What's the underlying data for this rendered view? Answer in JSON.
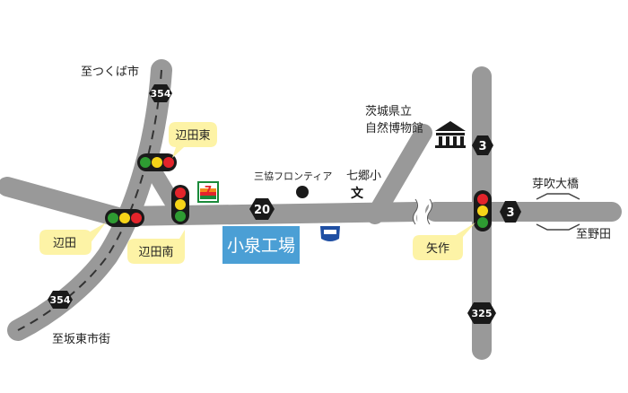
{
  "labels": {
    "to_tsukuba": "至つくば市",
    "to_sakatoshi": "至坂東市街",
    "to_noda": "至野田",
    "ibaraki_museum_line1": "茨城県立",
    "ibaraki_museum_line2": "自然博物館",
    "sankyo_frontier": "三協フロンティア",
    "nanago_school": "七郷小",
    "school_symbol": "文",
    "bridge": "芽吹大橋",
    "factory": "小泉工場",
    "seven_eleven_digit": "7"
  },
  "routes": {
    "r354_north": "354",
    "r354_south": "354",
    "r20": "20",
    "r3_north": "3",
    "r3_east": "3",
    "r325": "325"
  },
  "callouts": {
    "hetada_higashi": "辺田東",
    "hetada": "辺田",
    "hetada_minami": "辺田南",
    "yahagi": "矢作"
  },
  "colors": {
    "road": "#999999",
    "route_marker": "#1a1a1a",
    "callout": "#fdf3a6",
    "factory": "#4b9fd5",
    "signal_red": "#e3242b",
    "signal_yellow": "#f6d418",
    "signal_green": "#2e9b32"
  }
}
